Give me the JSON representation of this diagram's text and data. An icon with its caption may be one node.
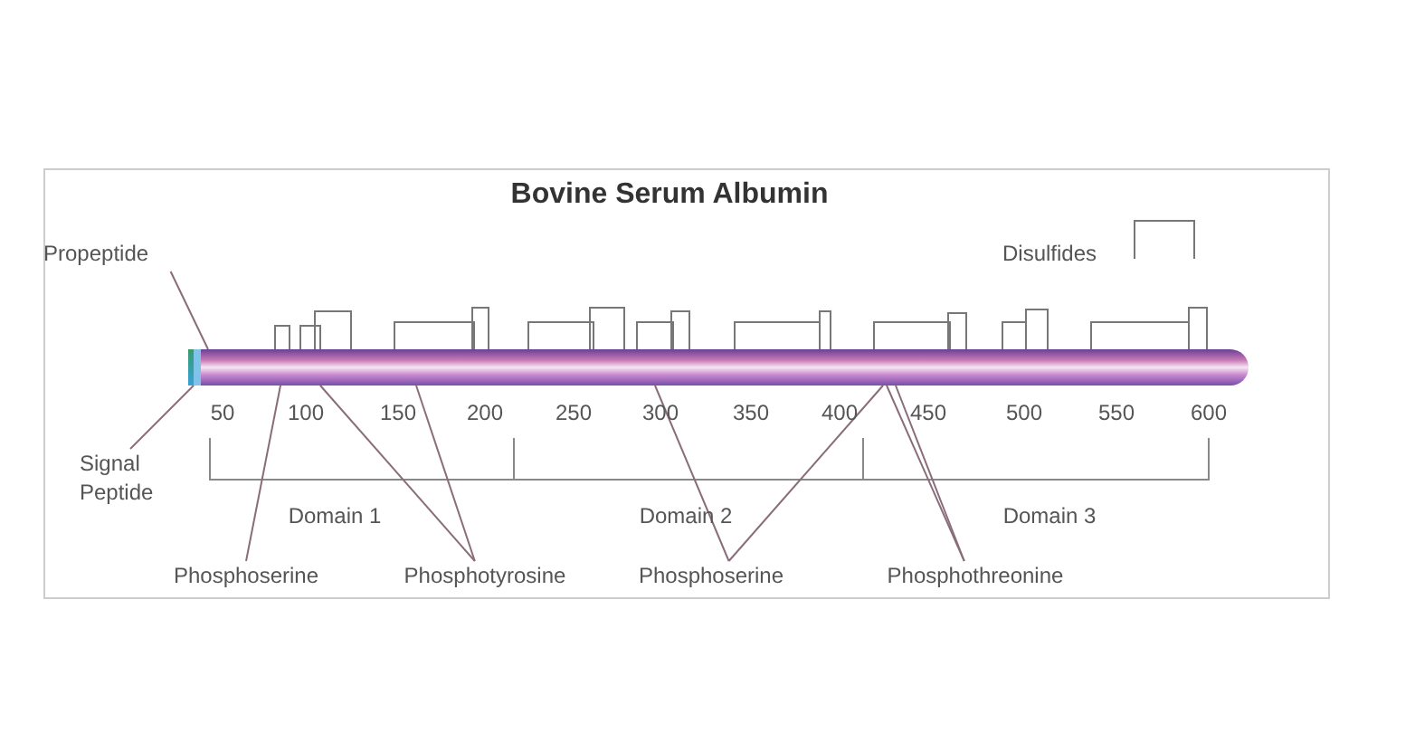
{
  "diagram": {
    "title": "Bovine Serum Albumin",
    "nodes": [
      {
        "text": [
          "Propeptide"
        ]
      },
      {
        "text": [
          "Signal Peptide"
        ]
      },
      {
        "text": [
          "Phosphoserine"
        ]
      },
      {
        "text": [
          "Phosphotyrosine"
        ]
      },
      {
        "text": [
          "Phosphoserine"
        ]
      },
      {
        "text": [
          "Phosphothreonine"
        ]
      },
      {
        "text": [],
        "shape": "bar"
      }
    ],
    "edges": [
      {
        "from": 0,
        "to": 6,
        "arrow": "none"
      },
      {
        "from": 1,
        "to": 6,
        "arrow": "none"
      },
      {
        "from": 2,
        "to": 6,
        "arrow": "none"
      },
      {
        "from": 3,
        "to": 6,
        "arrow": "none"
      },
      {
        "from": 3,
        "to": 6,
        "arrow": "none"
      },
      {
        "from": 4,
        "to": 6,
        "arrow": "none"
      },
      {
        "from": 4,
        "to": 6,
        "arrow": "none"
      },
      {
        "from": 5,
        "to": 6,
        "arrow": "none"
      },
      {
        "from": 5,
        "to": 6,
        "arrow": "none"
      }
    ],
    "labels": [
      "Disulfides",
      "50",
      "100",
      "150",
      "200",
      "250",
      "300",
      "350",
      "400",
      "450",
      "500",
      "550",
      "600",
      "Domain 1",
      "Domain 2",
      "Domain 3"
    ]
  }
}
